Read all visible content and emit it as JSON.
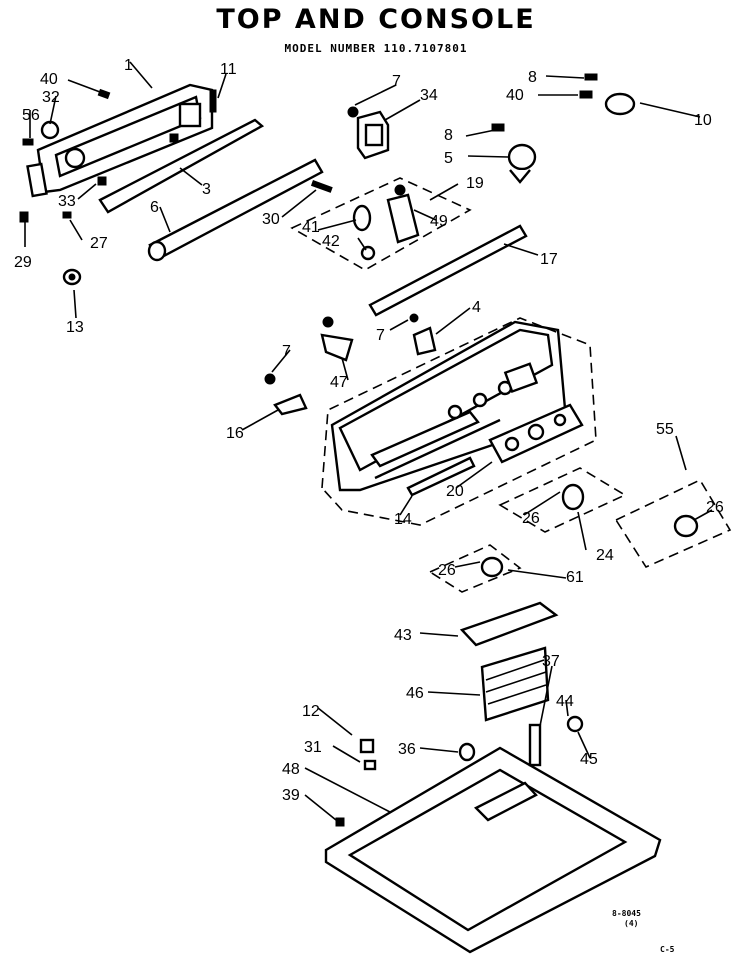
{
  "title": "TOP AND CONSOLE",
  "model": "MODEL NUMBER 110.7107801",
  "callouts": [
    "1",
    "11",
    "40",
    "32",
    "56",
    "33",
    "29",
    "27",
    "13",
    "3",
    "6",
    "7",
    "34",
    "8",
    "40",
    "10",
    "8",
    "5",
    "30",
    "19",
    "41",
    "42",
    "49",
    "17",
    "4",
    "7",
    "47",
    "7",
    "16",
    "14",
    "20",
    "26",
    "24",
    "61",
    "26",
    "55",
    "26",
    "43",
    "37",
    "46",
    "44",
    "45",
    "12",
    "36",
    "31",
    "48",
    "39"
  ],
  "footer": {
    "code": "8-8045",
    "code2": "(4)",
    "page": "C-5"
  }
}
